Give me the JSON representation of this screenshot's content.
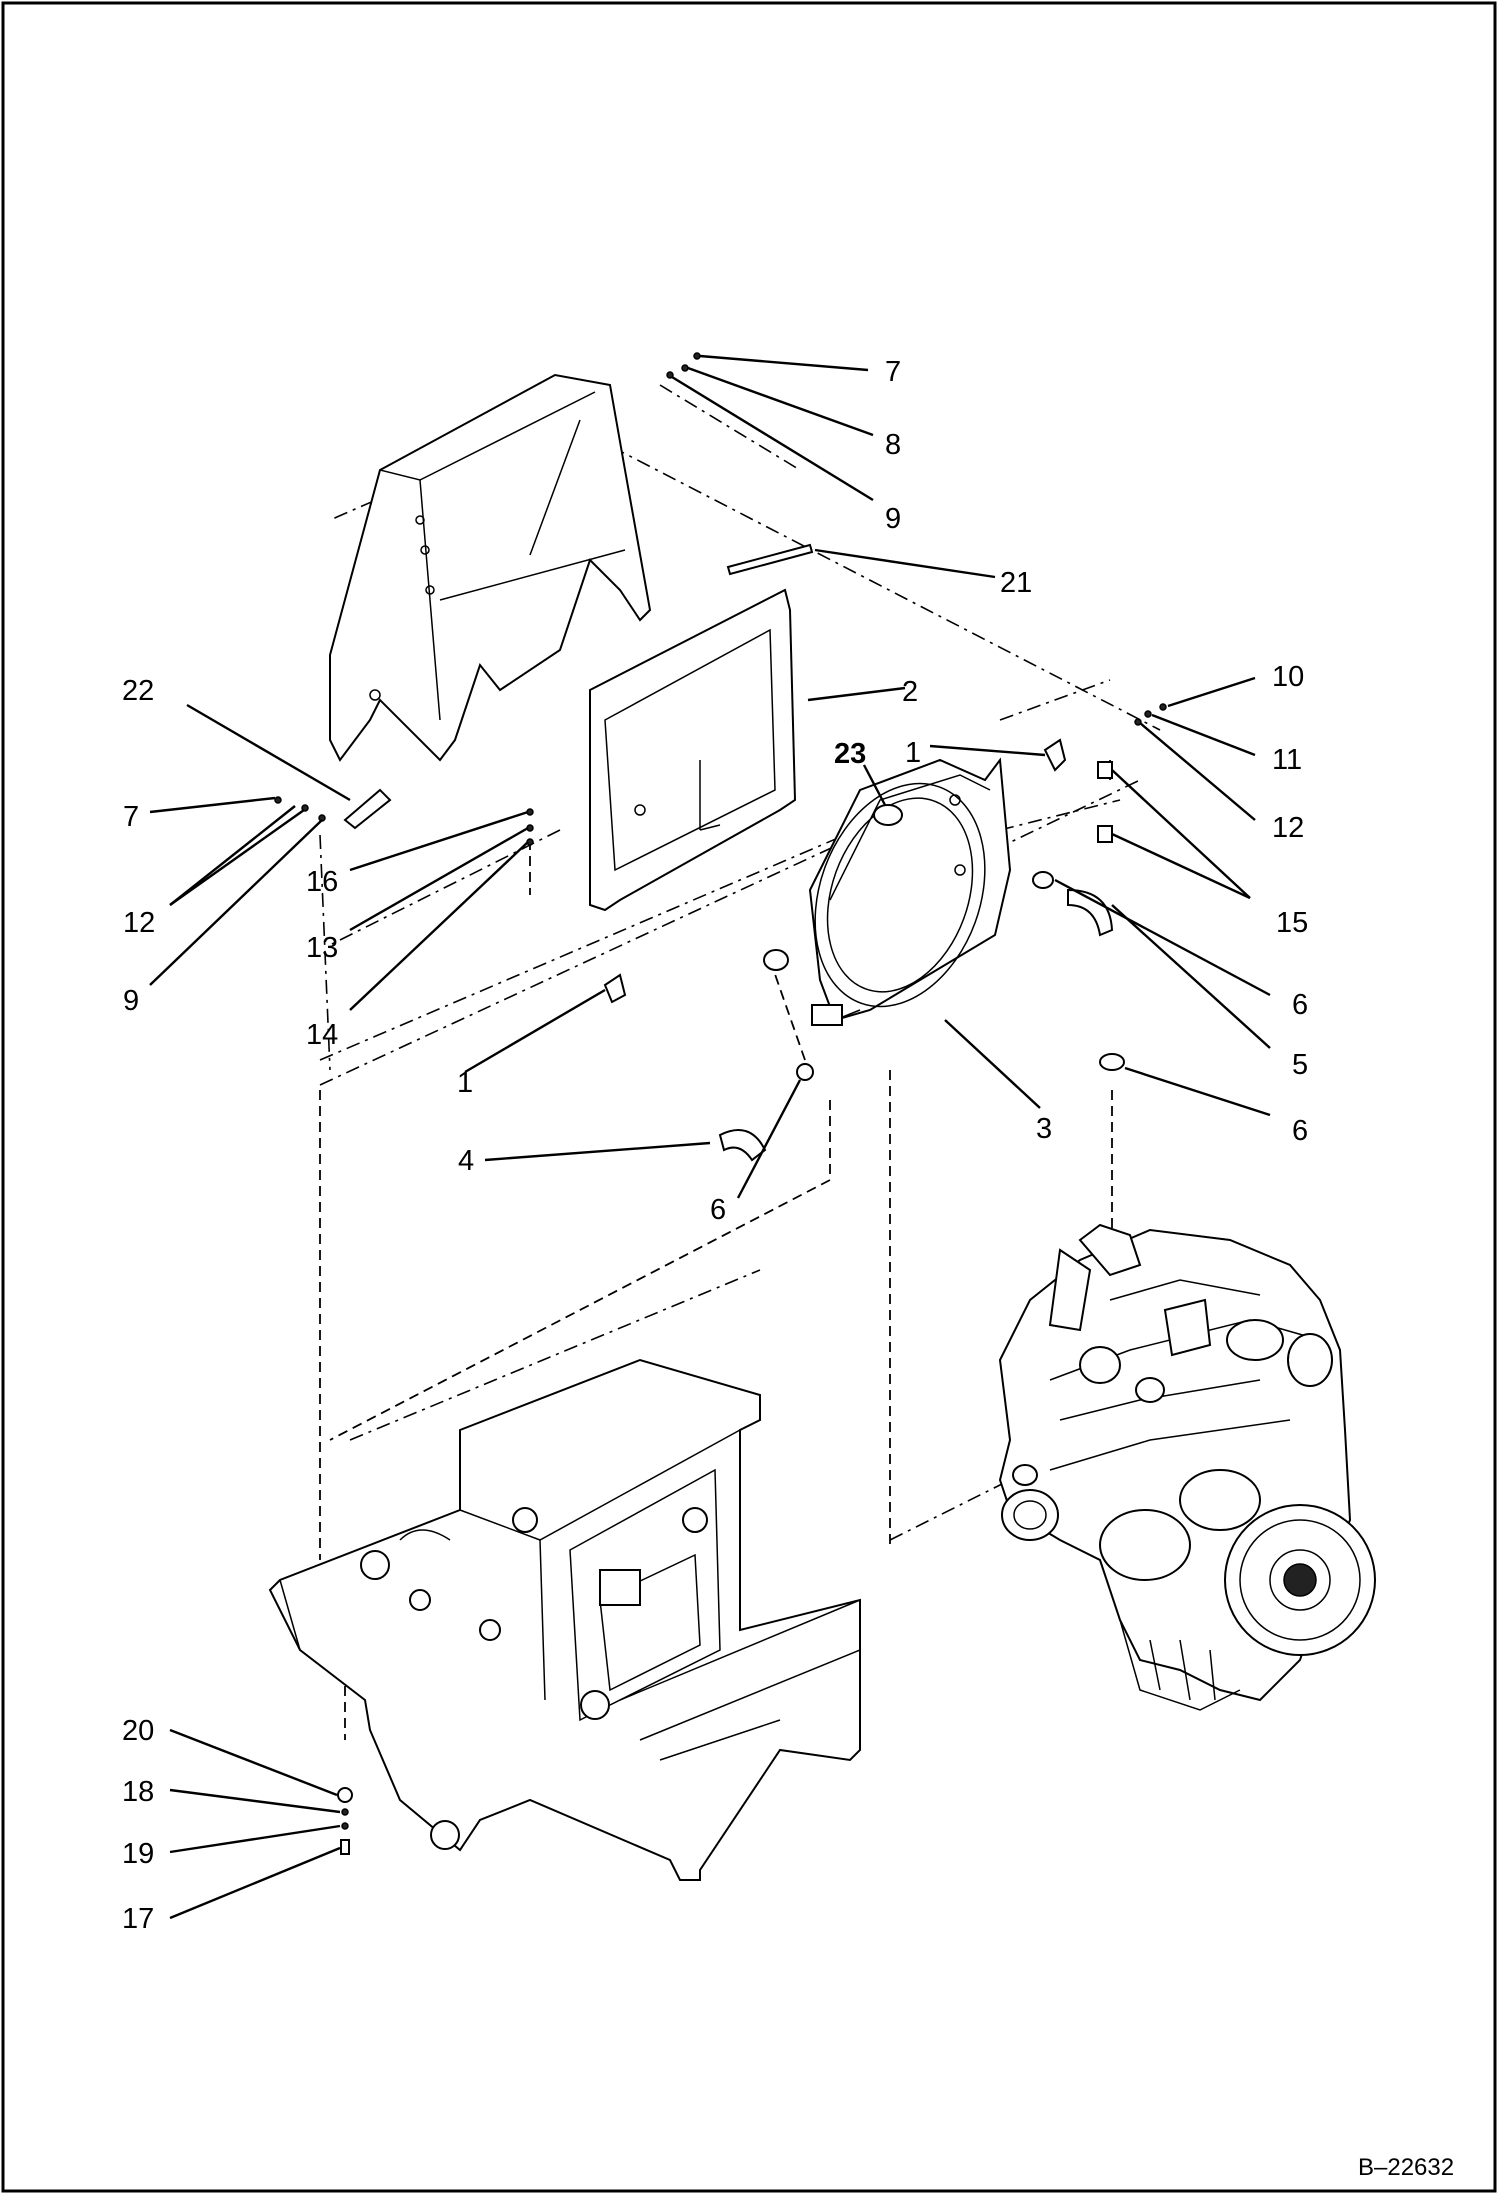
{
  "drawing_number": "B–22632",
  "callouts": [
    {
      "id": "c7a",
      "label": "7",
      "bold": false
    },
    {
      "id": "c8a",
      "label": "8",
      "bold": false
    },
    {
      "id": "c9a",
      "label": "9",
      "bold": false
    },
    {
      "id": "c21",
      "label": "21",
      "bold": false
    },
    {
      "id": "c2",
      "label": "2",
      "bold": false
    },
    {
      "id": "c10",
      "label": "10",
      "bold": false
    },
    {
      "id": "c22",
      "label": "22",
      "bold": false
    },
    {
      "id": "c11",
      "label": "11",
      "bold": false
    },
    {
      "id": "c1a",
      "label": "1",
      "bold": false
    },
    {
      "id": "c23",
      "label": "23",
      "bold": true
    },
    {
      "id": "c7b",
      "label": "7",
      "bold": false
    },
    {
      "id": "c12a",
      "label": "12",
      "bold": false
    },
    {
      "id": "c16",
      "label": "16",
      "bold": false
    },
    {
      "id": "c12b",
      "label": "12",
      "bold": false
    },
    {
      "id": "c15",
      "label": "15",
      "bold": false
    },
    {
      "id": "c13",
      "label": "13",
      "bold": false
    },
    {
      "id": "c9b",
      "label": "9",
      "bold": false
    },
    {
      "id": "c6a",
      "label": "6",
      "bold": false
    },
    {
      "id": "c14",
      "label": "14",
      "bold": false
    },
    {
      "id": "c5",
      "label": "5",
      "bold": false
    },
    {
      "id": "c1b",
      "label": "1",
      "bold": false
    },
    {
      "id": "c3",
      "label": "3",
      "bold": false
    },
    {
      "id": "c6b",
      "label": "6",
      "bold": false
    },
    {
      "id": "c4",
      "label": "4",
      "bold": false
    },
    {
      "id": "c6c",
      "label": "6",
      "bold": false
    },
    {
      "id": "c20",
      "label": "20",
      "bold": false
    },
    {
      "id": "c18",
      "label": "18",
      "bold": false
    },
    {
      "id": "c19",
      "label": "19",
      "bold": false
    },
    {
      "id": "c17",
      "label": "17",
      "bold": false
    }
  ]
}
